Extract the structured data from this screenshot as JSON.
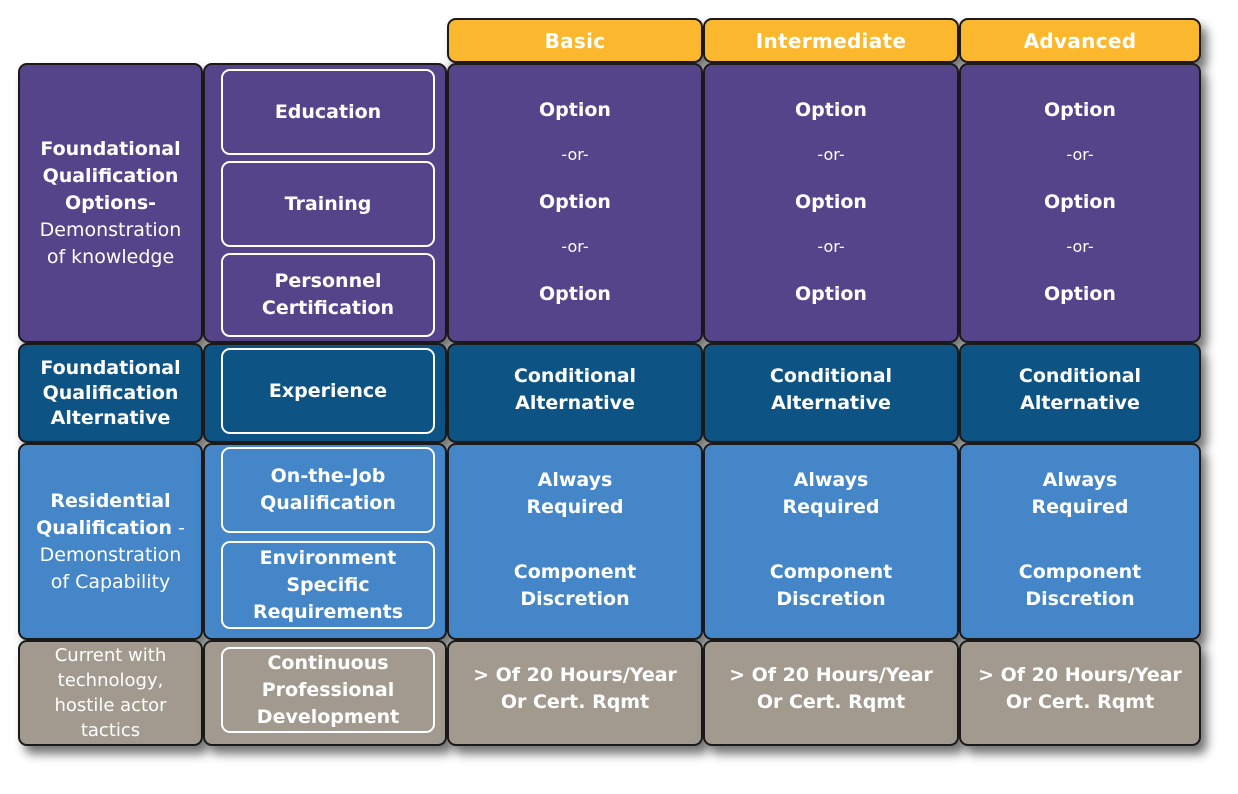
{
  "headers": [
    "Basic",
    "Intermediate",
    "Advanced"
  ],
  "row1": {
    "label_bold": [
      "Foundational",
      "Qualification",
      "Options-"
    ],
    "label_normal": [
      "Demonstration",
      "of knowledge"
    ],
    "subs": [
      "Education",
      "Training",
      "Personnel Certification"
    ],
    "cell": {
      "option": "Option",
      "or": "-or-"
    }
  },
  "row2": {
    "label": "Foundational Qualification Alternative",
    "sub": "Experience",
    "cell": "Conditional Alternative"
  },
  "row3": {
    "label_bold": "Residential Qualification",
    "label_sep": " -",
    "label_normal": "Demonstration of Capability",
    "subs": [
      "On-the-Job Qualification",
      "Environment Specific Requirements"
    ],
    "cell_top": "Always Required",
    "cell_bottom": "Component Discretion"
  },
  "row4": {
    "label": "Current with technology, hostile actor tactics",
    "sub": "Continuous Professional Development",
    "cell": "> Of 20 Hours/Year Or Cert. Rqmt"
  }
}
